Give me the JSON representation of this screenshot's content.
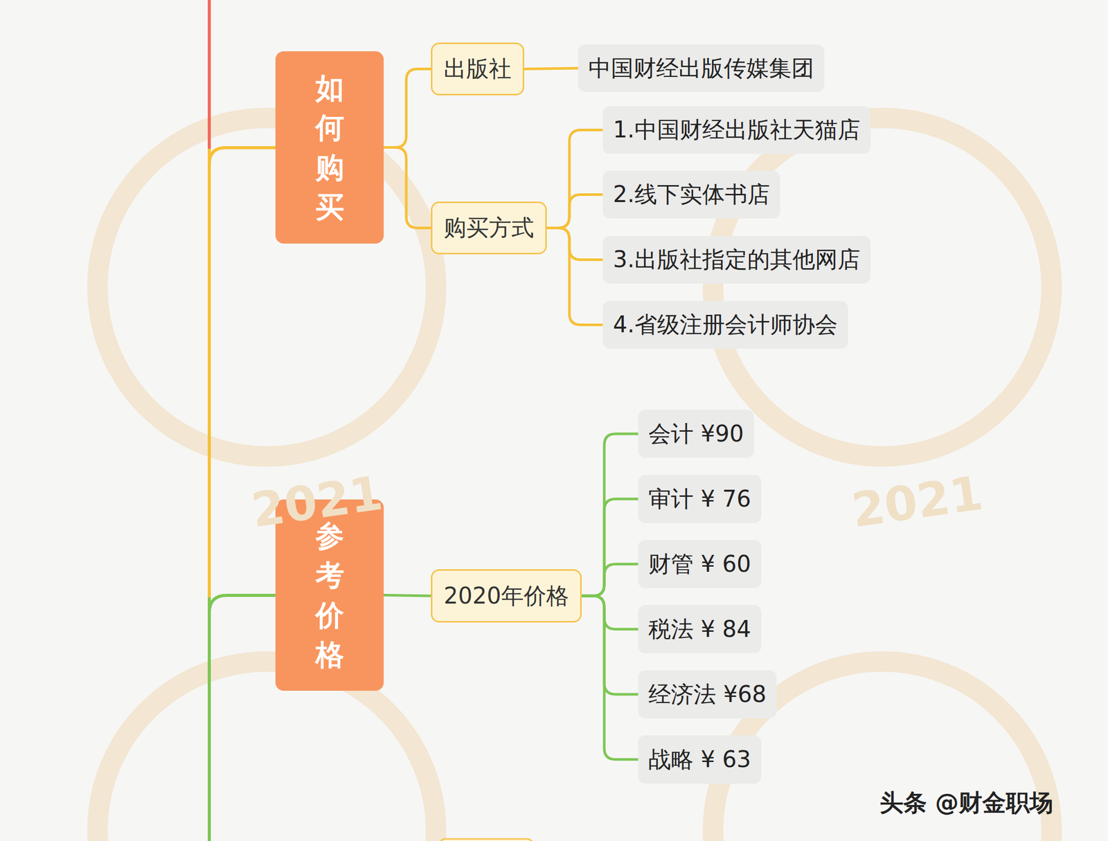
{
  "diagram": {
    "nodes": [
      {
        "text": [
          "如何购买"
        ]
      },
      {
        "text": [
          "出版社"
        ]
      },
      {
        "text": [
          "中国财经出版传媒集团"
        ]
      },
      {
        "text": [
          "购买方式"
        ]
      },
      {
        "text": [
          "1.中国财经出版社天猫店"
        ]
      },
      {
        "text": [
          "2.线下实体书店"
        ]
      },
      {
        "text": [
          "3.出版社指定的其他网店"
        ]
      },
      {
        "text": [
          "4.省级注册会计师协会"
        ]
      },
      {
        "text": [
          "参考价格"
        ]
      },
      {
        "text": [
          "2020年价格"
        ]
      },
      {
        "text": [
          "会计 ¥90"
        ]
      },
      {
        "text": [
          "审计 ¥ 76"
        ]
      },
      {
        "text": [
          "财管 ¥ 60"
        ]
      },
      {
        "text": [
          "税法 ¥ 84"
        ]
      },
      {
        "text": [
          "经济法 ¥68"
        ]
      },
      {
        "text": [
          "战略 ¥ 63"
        ]
      }
    ],
    "edges": [
      {
        "from": 0,
        "to": 1,
        "arrow": "none"
      },
      {
        "from": 0,
        "to": 3,
        "arrow": "none"
      },
      {
        "from": 1,
        "to": 2,
        "arrow": "none"
      },
      {
        "from": 3,
        "to": 4,
        "arrow": "none"
      },
      {
        "from": 3,
        "to": 5,
        "arrow": "none"
      },
      {
        "from": 3,
        "to": 6,
        "arrow": "none"
      },
      {
        "from": 3,
        "to": 7,
        "arrow": "none"
      },
      {
        "from": 8,
        "to": 9,
        "arrow": "none"
      },
      {
        "from": 9,
        "to": 10,
        "arrow": "none"
      },
      {
        "from": 9,
        "to": 11,
        "arrow": "none"
      },
      {
        "from": 9,
        "to": 12,
        "arrow": "none"
      },
      {
        "from": 9,
        "to": 13,
        "arrow": "none"
      },
      {
        "from": 9,
        "to": 14,
        "arrow": "none"
      },
      {
        "from": 9,
        "to": 15,
        "arrow": "none"
      }
    ],
    "labels": [
      "2021",
      "2021",
      "头条 @财金职场"
    ]
  }
}
